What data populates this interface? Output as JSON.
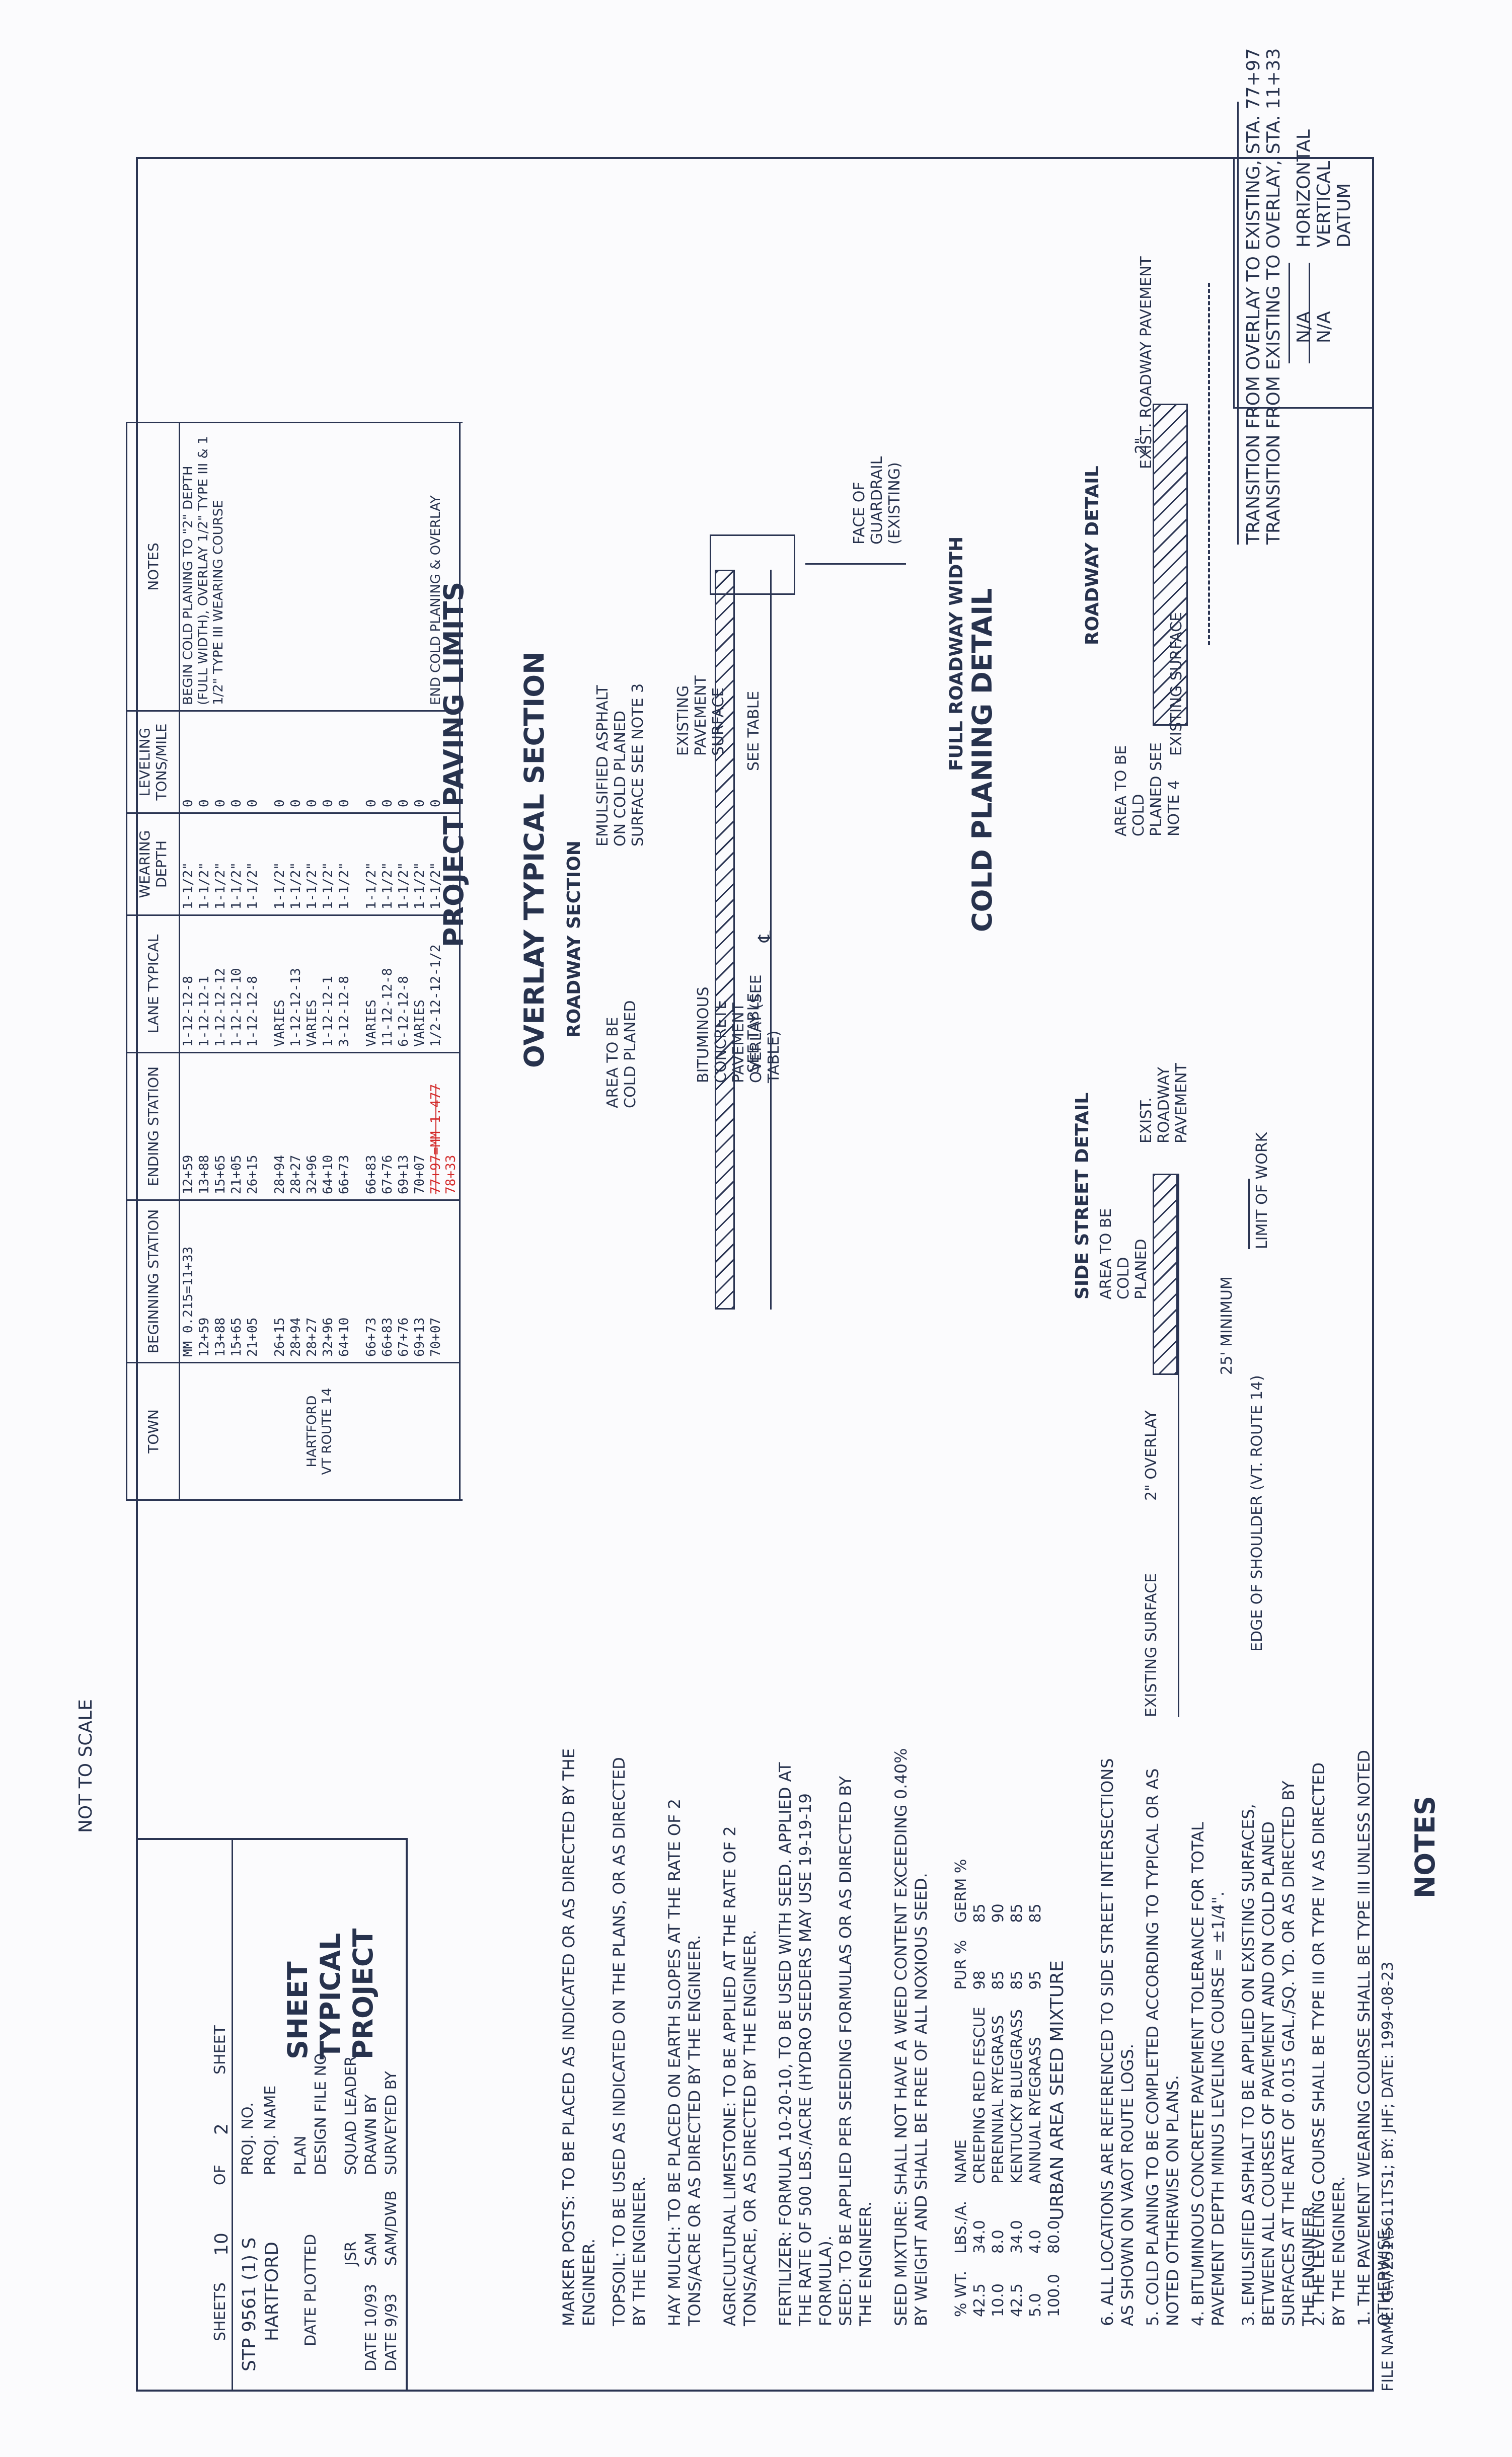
{
  "file_header": "FILE NAME: G:\\7251\\5611TS1; BY: JHF; DATE: 1994-08-23",
  "datum": {
    "label": "DATUM",
    "vertical_label": "VERTICAL",
    "vertical_value": "N/A",
    "horizontal_label": "HORIZONTAL",
    "horizontal_value": "N/A"
  },
  "transition": {
    "line1": "TRANSITION FROM EXISTING TO OVERLAY, STA. 11+33",
    "line2": "TRANSITION FROM OVERLAY TO EXISTING, STA. 77+97"
  },
  "roadway_detail": {
    "title": "ROADWAY DETAIL",
    "exist_pavement": "EXIST. ROADWAY PAVEMENT",
    "existing_surface": "EXISTING SURFACE",
    "dim": "2\"",
    "area": "AREA TO BE COLD PLANED SEE NOTE 4"
  },
  "cold_planing": {
    "title": "COLD PLANING DETAIL",
    "subtitle": "FULL ROADWAY WIDTH"
  },
  "side_street": {
    "title": "SIDE STREET DETAIL",
    "limit": "LIMIT OF WORK",
    "edge": "EDGE OF SHOULDER (VT. ROUTE 14)",
    "exist_pavement": "EXIST. ROADWAY PAVEMENT",
    "area": "AREA TO BE COLD PLANED",
    "minimum": "25' MINIMUM",
    "overlay": "2\" OVERLAY",
    "existing_surface": "EXISTING SURFACE"
  },
  "overlay_section": {
    "title": "OVERLAY TYPICAL SECTION",
    "roadway_section": "ROADWAY SECTION",
    "face_guardrail": "FACE OF GUARDRAIL (EXISTING)",
    "see_table_left": "SEE TABLE",
    "see_table_right": "SEE TABLE",
    "centerline": "℄",
    "existing_pavement_surface": "EXISTING PAVEMENT SURFACE",
    "emulsified": "EMULSIFIED ASPHALT ON COLD PLANED SURFACE SEE NOTE 3",
    "bituminous": "BITUMINOUS CONCRETE PAVEMENT OVERLAY (SEE TABLE)",
    "area": "AREA TO BE COLD PLANED"
  },
  "paving_limits": {
    "title": "PROJECT PAVING LIMITS",
    "headers": [
      "TOWN",
      "BEGINNING STATION",
      "ENDING STATION",
      "LANE TYPICAL",
      "WEARING DEPTH",
      "LEVELING TONS/MILE",
      "NOTES"
    ],
    "town": "HARTFORD",
    "route": "VT ROUTE 14",
    "groups": [
      {
        "begin": [
          "MM 0.215=11+33",
          "12+59",
          "13+88",
          "15+65",
          "21+05"
        ],
        "end": [
          "12+59",
          "13+88",
          "15+65",
          "21+05",
          "26+15"
        ],
        "lane": [
          "1-12-12-8",
          "1-12-12-1",
          "1-12-12-12",
          "1-12-12-10",
          "1-12-12-8"
        ],
        "depth": [
          "1-1/2\"",
          "1-1/2\"",
          "1-1/2\"",
          "1-1/2\"",
          "1-1/2\""
        ],
        "level": [
          "0",
          "0",
          "0",
          "0",
          "0"
        ]
      },
      {
        "begin": [
          "26+15",
          "28+94",
          "28+27",
          "32+96",
          "64+10"
        ],
        "end": [
          "28+94",
          "28+27",
          "32+96",
          "64+10",
          "66+73"
        ],
        "lane": [
          "VARIES",
          "1-12-12-13",
          "VARIES",
          "1-12-12-1",
          "3-12-12-8"
        ],
        "depth": [
          "1-1/2\"",
          "1-1/2\"",
          "1-1/2\"",
          "1-1/2\"",
          "1-1/2\""
        ],
        "level": [
          "0",
          "0",
          "0",
          "0",
          "0"
        ]
      },
      {
        "begin": [
          "66+73",
          "66+83",
          "67+76",
          "69+13",
          "70+07"
        ],
        "end": [
          "66+83",
          "67+76",
          "69+13",
          "70+07",
          "77+97=MM 1.477"
        ],
        "end_correction": "78+33",
        "lane": [
          "VARIES",
          "11-12-12-8",
          "6-12-12-8",
          "VARIES",
          "1/2-12-12-1/2"
        ],
        "depth": [
          "1-1/2\"",
          "1-1/2\"",
          "1-1/2\"",
          "1-1/2\"",
          "1-1/2\""
        ],
        "level": [
          "0",
          "0",
          "0",
          "0",
          "0"
        ]
      }
    ],
    "note_begin": "BEGIN COLD PLANING TO \"2\" DEPTH (FULL WIDTH), OVERLAY 1/2\" TYPE III & 1 1/2\" TYPE III WEARING COURSE",
    "note_end": "END COLD PLANING & OVERLAY"
  },
  "notes": {
    "title": "NOTES",
    "items": [
      "1. THE PAVEMENT WEARING COURSE SHALL BE TYPE III UNLESS NOTED OTHERWISE.",
      "2. THE LEVELING COURSE SHALL BE TYPE III OR TYPE IV AS DIRECTED BY THE ENGINEER.",
      "3. EMULSIFIED ASPHALT TO BE APPLIED ON EXISTING SURFACES, BETWEEN ALL COURSES OF PAVEMENT AND ON COLD PLANED SURFACES AT THE RATE OF 0.015 GAL./SQ. YD. OR AS DIRECTED BY THE ENGINEER.",
      "4. BITUMINOUS CONCRETE PAVEMENT TOLERANCE FOR TOTAL PAVEMENT DEPTH MINUS LEVELING COURSE = ±1/4\".",
      "5. COLD PLANING TO BE COMPLETED ACCORDING TO TYPICAL OR AS NOTED OTHERWISE ON PLANS.",
      "6. ALL LOCATIONS ARE REFERENCED TO SIDE STREET INTERSECTIONS AS SHOWN ON VAOT ROUTE LOGS."
    ]
  },
  "seed": {
    "title": "URBAN AREA SEED MIXTURE",
    "headers": [
      "% WT.",
      "LBS./A.",
      "NAME",
      "PUR %",
      "GERM %"
    ],
    "rows": [
      [
        "42.5",
        "34.0",
        "CREEPING RED FESCUE",
        "98",
        "85"
      ],
      [
        "10.0",
        "8.0",
        "PERENNIAL RYEGRASS",
        "85",
        "90"
      ],
      [
        "42.5",
        "34.0",
        "KENTUCKY BLUEGRASS",
        "85",
        "85"
      ],
      [
        "5.0",
        "4.0",
        "ANNUAL RYEGRASS",
        "95",
        "85"
      ]
    ],
    "total": [
      "100.0",
      "80.0"
    ]
  },
  "specs": [
    "SEED MIXTURE: SHALL NOT HAVE A WEED CONTENT EXCEEDING 0.40% BY WEIGHT AND SHALL BE FREE OF ALL NOXIOUS SEED.",
    "SEED: TO BE APPLIED PER SEEDING FORMULAS OR AS DIRECTED BY THE ENGINEER.",
    "FERTILIZER: FORMULA 10-20-10, TO BE USED WITH SEED. APPLIED AT THE RATE OF 500 LBS./ACRE (HYDRO SEEDERS MAY USE 19-19-19 FORMULA).",
    "AGRICULTURAL LIMESTONE: TO BE APPLIED AT THE RATE OF 2 TONS/ACRE, OR AS DIRECTED BY THE ENGINEER.",
    "HAY MULCH: TO BE PLACED ON EARTH SLOPES AT THE RATE OF 2 TONS/ACRE OR AS DIRECTED BY THE ENGINEER.",
    "TOPSOIL: TO BE USED AS INDICATED ON THE PLANS, OR AS DIRECTED BY THE ENGINEER.",
    "MARKER POSTS: TO BE PLACED AS INDICATED OR AS DIRECTED BY THE ENGINEER."
  ],
  "scale": "NOT TO SCALE",
  "title_block": {
    "title1": "PROJECT",
    "title2": "TYPICAL",
    "title3": "SHEET",
    "surveyed_label": "SURVEYED BY",
    "surveyed_value": "SAM/DWB",
    "surveyed_date": "DATE 9/93",
    "drawn_label": "DRAWN BY",
    "drawn_value": "SAM",
    "drawn_date": "DATE 10/93",
    "squad_label": "SQUAD LEADER",
    "squad_value": "JSR",
    "design_file_label": "DESIGN FILE NO.",
    "plan_label": "PLAN",
    "date_plotted_label": "DATE PLOTTED",
    "proj_name_label": "PROJ. NAME",
    "proj_name_value": "HARTFORD",
    "proj_no_label": "PROJ. NO.",
    "proj_no_value": "STP 9561 (1) S",
    "sheet_label": "SHEET",
    "sheet_value": "2",
    "of_label": "OF",
    "of_value": "10",
    "sheets_label": "SHEETS"
  }
}
